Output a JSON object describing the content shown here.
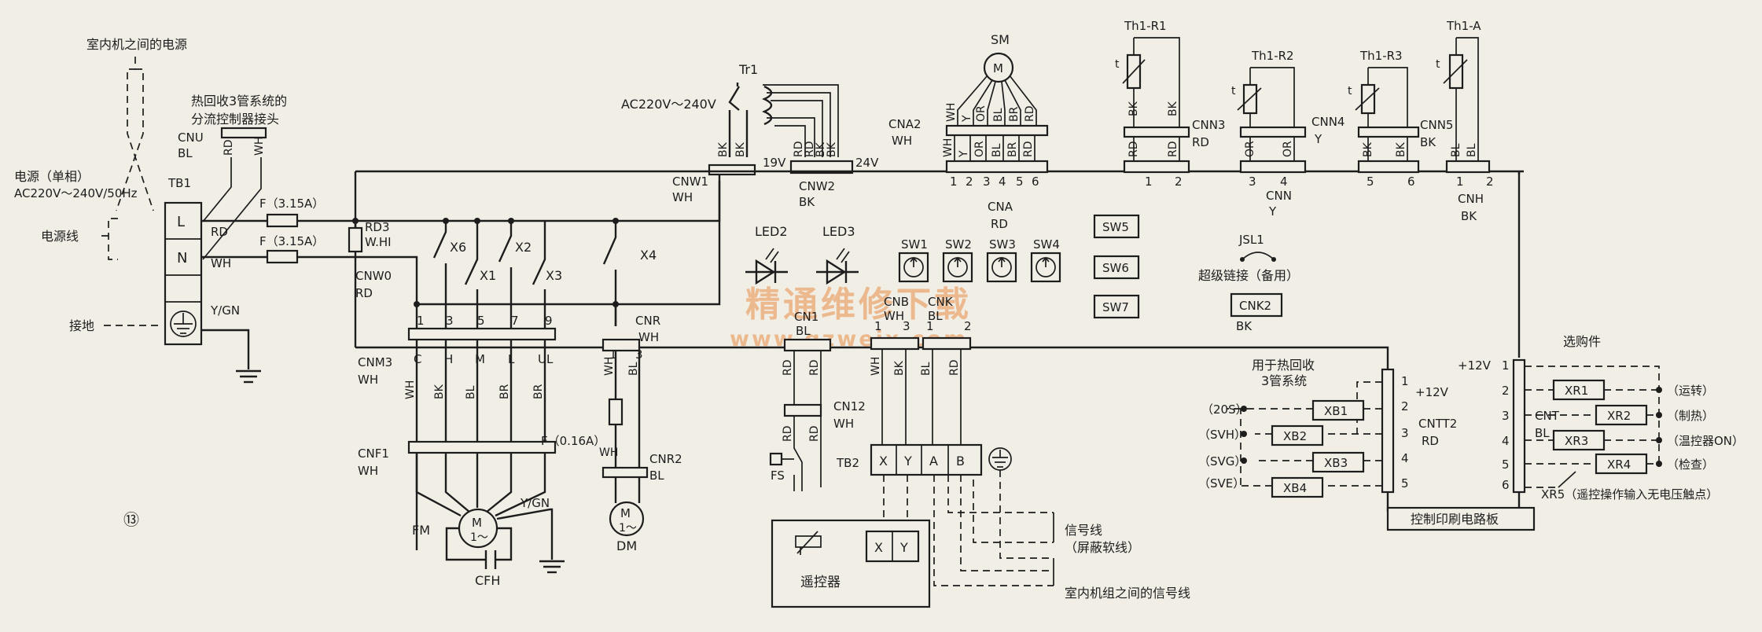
{
  "labels": {
    "power_between_units": "室内机之间的电源",
    "power_single_phase": "电源（单相）",
    "power_spec": "AC220V～240V/50Hz",
    "power_line": "电源线",
    "ground": "接地",
    "heat_recovery_1": "热回收3管系统的",
    "heat_recovery_2": "分流控制器接头",
    "cnu": "CNU",
    "cnu_color": "BL",
    "tb1": "TB1",
    "tb1_l": "L",
    "tb1_n": "N",
    "wire_rd": "RD",
    "wire_wh": "WH",
    "wire_ygn": "Y/GN",
    "fuse_main_1": "F（3.15A）",
    "fuse_main_2": "F（3.15A）",
    "rd3": "RD3",
    "rd3_color": "W.HI",
    "cnw0": "CNW0",
    "cnw0_color": "RD",
    "relays": [
      "X6",
      "X1",
      "X2",
      "X3",
      "X4"
    ],
    "cnm3": "CNM3",
    "cnm3_color": "WH",
    "cnm3_pins": [
      "1",
      "3",
      "5",
      "7",
      "9"
    ],
    "cnm3_terms": [
      "C",
      "H",
      "M",
      "L",
      "UL"
    ],
    "motor_wires": [
      "WH",
      "BK",
      "BL",
      "BR",
      "BR"
    ],
    "cnf1": "CNF1",
    "cnf1_color": "WH",
    "fuse_motor": "F（0.16A）",
    "fm": "FM",
    "cfh": "CFH",
    "motor_m": "M",
    "motor_phase": "1～",
    "cnr": "CNR",
    "cnr_color": "WH",
    "cnr2": "CNR2",
    "cnr2_color": "BL",
    "dm": "DM",
    "num13": "⑬",
    "tr1": "Tr1",
    "ac_input": "AC220V～240V",
    "cnw1": "CNW1",
    "cnw1_color": "WH",
    "cnw2": "CNW2",
    "cnw2_color": "BK",
    "v19": "19V",
    "v24": "24V",
    "tr_wires": [
      "BK",
      "BK",
      "RD",
      "RD",
      "BK",
      "BK"
    ],
    "sm": "SM",
    "cna2": "CNA2",
    "cna2_color": "WH",
    "cna": "CNA",
    "cna_color": "RD",
    "sm_wires": [
      "WH",
      "Y",
      "OR",
      "BL",
      "BR",
      "RD"
    ],
    "cna_pins": [
      "1",
      "2",
      "3",
      "4",
      "5",
      "6"
    ],
    "th1": "Th1-R1",
    "th2": "Th1-R2",
    "th3": "Th1-R3",
    "th4": "Th1-A",
    "t_sym": "t",
    "th_wires": [
      "BK",
      "BK",
      "RD",
      "RD",
      "OR",
      "OR",
      "BK",
      "BK",
      "BL",
      "BL"
    ],
    "cnn3": "CNN3",
    "cnn3_color": "RD",
    "cnn4": "CNN4",
    "cnn4_color": "Y",
    "cnn5": "CNN5",
    "cnn5_color": "BK",
    "cnn": "CNN",
    "cnn_color": "Y",
    "cnh": "CNH",
    "cnh_color": "BK",
    "cnn_pins": [
      "1",
      "2",
      "3",
      "4",
      "5",
      "6"
    ],
    "cnh_pins": [
      "1",
      "2"
    ],
    "led2": "LED2",
    "led3": "LED3",
    "sw": [
      "SW1",
      "SW2",
      "SW3",
      "SW4"
    ],
    "sw5": "SW5",
    "sw6": "SW6",
    "sw7": "SW7",
    "jsl1": "JSL1",
    "super_link": "超级链接（备用）",
    "cnk2": "CNK2",
    "cnk2_color": "BK",
    "cn1": "CN1",
    "cn1_color": "BL",
    "cnb": "CNB",
    "cnb_color": "WH",
    "cnk": "CNK",
    "cnk_color": "BL",
    "cn12": "CN12",
    "cn12_color": "WH",
    "fs": "FS",
    "tb2_terms": [
      "X",
      "Y",
      "A",
      "B"
    ],
    "tb2": "TB2",
    "remote": "遥控器",
    "signal_1": "信号线",
    "signal_2": "（屏蔽软线）",
    "signal_units": "室内机组之间的信号线",
    "pcb": "控制印刷电路板",
    "for_heat_1": "用于热回收",
    "for_heat_2": "3管系统",
    "v12": "+12V",
    "cntt2": "CNTT2",
    "cntt2_color": "RD",
    "cnt": "CNT",
    "cnt_color": "BL",
    "xb": [
      "XB1",
      "XB2",
      "XB3",
      "XB4"
    ],
    "valves": [
      "（20S）",
      "（SVH）",
      "（SVG）",
      "（SVE）"
    ],
    "option": "选购件",
    "xr": [
      "XR1",
      "XR2",
      "XR3",
      "XR4"
    ],
    "xr_funcs": [
      "（运转）",
      "（制热）",
      "（温控器ON）",
      "（检查）"
    ],
    "xr5": "XR5（遥控操作输入无电压触点）",
    "pins_1_6": [
      "1",
      "2",
      "3",
      "4",
      "5",
      "6"
    ],
    "pins_1_5": [
      "1",
      "2",
      "3",
      "4",
      "5"
    ]
  },
  "watermark": {
    "line1": "精通维修下载",
    "line2": "www.gzweix.com"
  }
}
